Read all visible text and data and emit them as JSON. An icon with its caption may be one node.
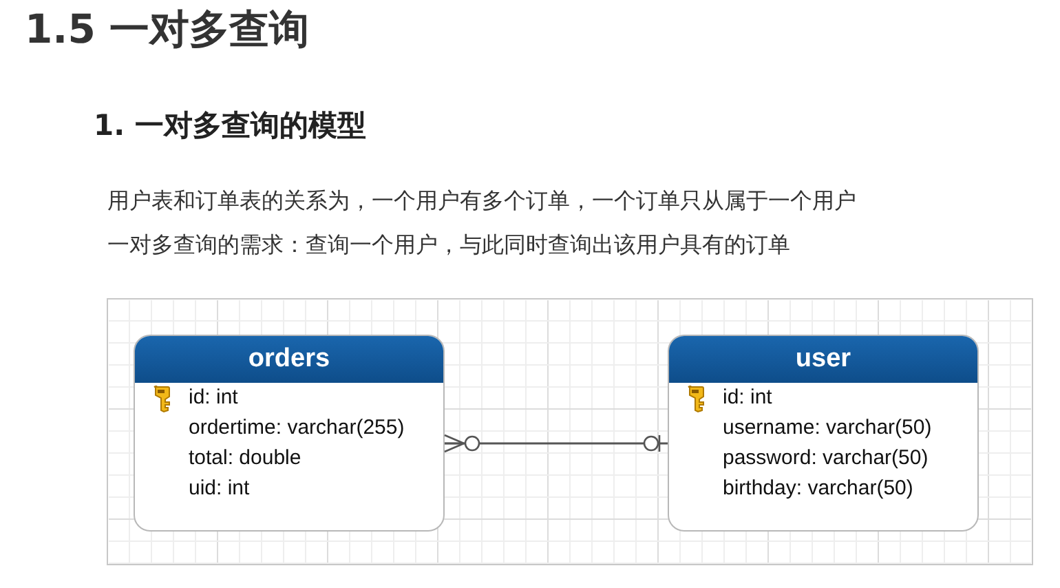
{
  "diagram": {
    "title": "1.5 一对多查询",
    "nodes": [
      {
        "text": [
          "orders",
          "id: int",
          "ordertime: varchar(255)",
          "total: double",
          "uid: int"
        ]
      },
      {
        "text": [
          "user",
          "id: int",
          "username: varchar(50)",
          "password: varchar(50)",
          "birthday: varchar(50)"
        ]
      }
    ],
    "edges": [
      {
        "from": 0,
        "to": 1,
        "arrow": "other"
      }
    ],
    "labels": [
      "1. 一对多查询的模型",
      "用户表和订单表的关系为，一个用户有多个订单，一个订单只从属于一个用户",
      "一对多查询的需求：查询一个用户，与此同时查询出该用户具有的订单"
    ]
  }
}
